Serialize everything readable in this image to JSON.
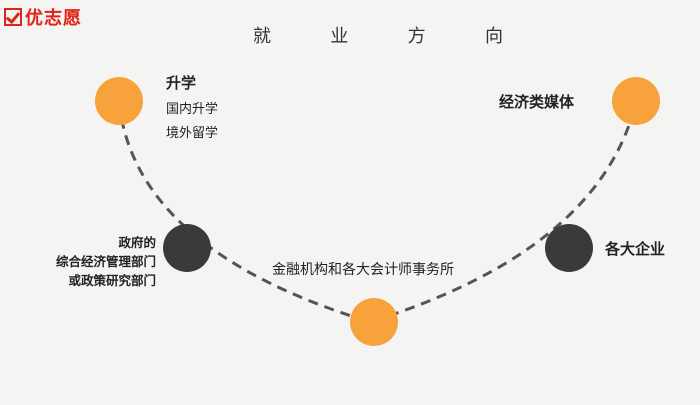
{
  "logo": {
    "text": "优志愿"
  },
  "title": [
    "就",
    "业",
    "方",
    "向"
  ],
  "colors": {
    "orange": "#f7a23a",
    "dark": "#3a3a3a",
    "line": "#555555",
    "brand": "#e2231a"
  },
  "nodes": {
    "study": {
      "title": "升学",
      "subs": [
        "国内升学",
        "境外留学"
      ]
    },
    "media": {
      "title": "经济类媒体"
    },
    "gov": {
      "lines": [
        "政府的",
        "综合经济管理部门",
        "或政策研究部门"
      ]
    },
    "finance": {
      "title": "金融机构和各大会计师事务所"
    },
    "enterprise": {
      "title": "各大企业"
    }
  }
}
